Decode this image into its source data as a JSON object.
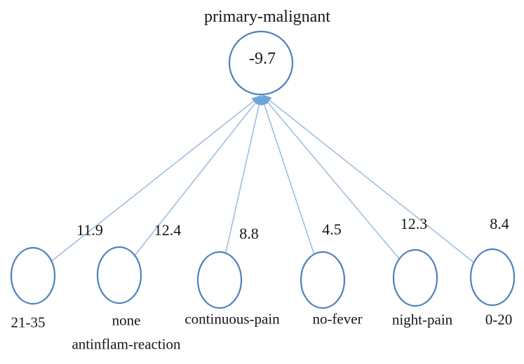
{
  "figure": {
    "type": "belief-network-diagram",
    "colors": {
      "node_stroke": "#4f81bd",
      "edge_line": "#9ebfe0",
      "arrow_fill": "#6ea6d8",
      "text": "#161616"
    }
  },
  "top_node": {
    "title": "primary-malignant",
    "value": "-9.7"
  },
  "edge_weights": [
    "11.9",
    "12.4",
    "8.8",
    "4.5",
    "12.3",
    "8.4"
  ],
  "bottom_nodes": [
    {
      "label": "21-35"
    },
    {
      "label": "none",
      "label2": "antinflam-reaction"
    },
    {
      "label": "continuous-pain"
    },
    {
      "label": "no-fever"
    },
    {
      "label": "night-pain"
    },
    {
      "label": "0-20"
    }
  ]
}
